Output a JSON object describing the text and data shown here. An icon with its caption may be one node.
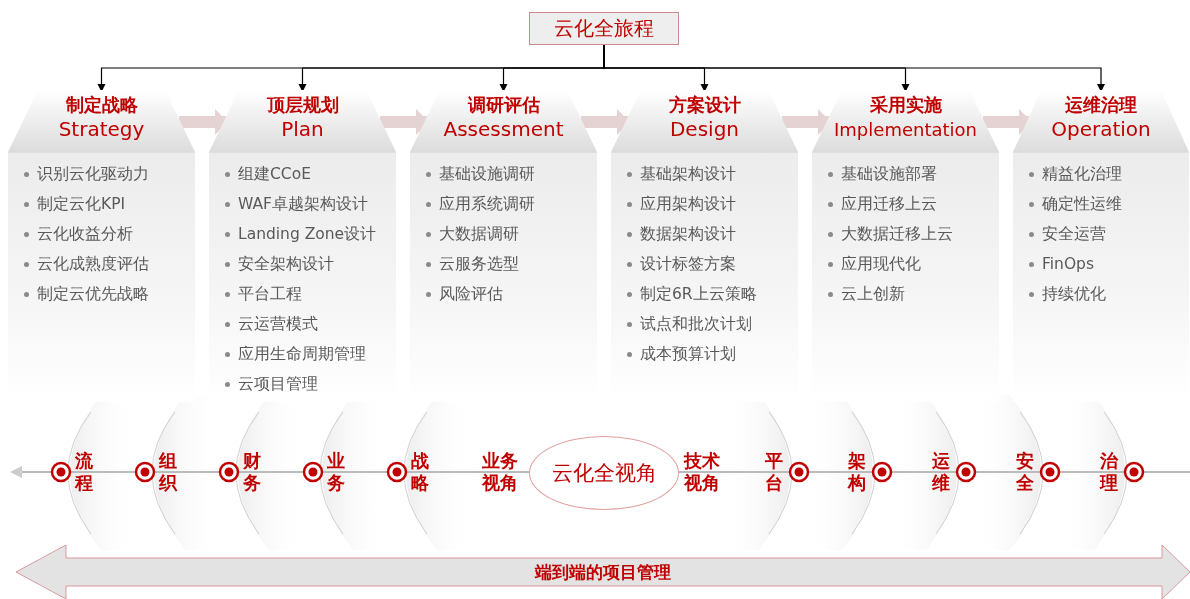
{
  "diagram": {
    "nodes": [
      {
        "text": [
          "云化全旅程"
        ]
      },
      {
        "text": [
          "制定战略",
          "Strategy"
        ]
      },
      {
        "text": [
          "顶层规划",
          "Plan"
        ]
      },
      {
        "text": [
          "调研评估",
          "Assessment"
        ]
      },
      {
        "text": [
          "方案设计",
          "Design"
        ]
      },
      {
        "text": [
          "采用实施",
          "Implementation"
        ]
      },
      {
        "text": [
          "运维治理",
          "Operation"
        ]
      },
      {
        "text": [
          "识别云化驱动力",
          "制定云化KPI",
          "云化收益分析",
          "云化成熟度评估",
          "制定云优先战略"
        ]
      },
      {
        "text": [
          "组建CCoE",
          "WAF卓越架构设计",
          "Landing Zone设计",
          "安全架构设计",
          "平台工程",
          "云运营模式",
          "应用生命周期管理",
          "云项目管理"
        ]
      },
      {
        "text": [
          "基础设施调研",
          "应用系统调研",
          "大数据调研",
          "云服务选型",
          "风险评估"
        ]
      },
      {
        "text": [
          "基础架构设计",
          "应用架构设计",
          "数据架构设计",
          "设计标签方案",
          "制定6R上云策略",
          "试点和批次计划",
          "成本预算计划"
        ]
      },
      {
        "text": [
          "基础设施部署",
          "应用迁移上云",
          "大数据迁移上云",
          "应用现代化",
          "云上创新"
        ]
      },
      {
        "text": [
          "精益化治理",
          "确定性运维",
          "安全运营",
          "FinOps",
          "持续优化"
        ]
      },
      {
        "text": [
          "云化全视角"
        ]
      },
      {
        "text": [
          "端到端的项目管理"
        ]
      }
    ],
    "edges": [
      {
        "from": 0,
        "to": 1,
        "arrow": "to"
      },
      {
        "from": 0,
        "to": 2,
        "arrow": "to"
      },
      {
        "from": 0,
        "to": 3,
        "arrow": "to"
      },
      {
        "from": 0,
        "to": 4,
        "arrow": "to"
      },
      {
        "from": 0,
        "to": 5,
        "arrow": "to"
      },
      {
        "from": 0,
        "to": 6,
        "arrow": "to"
      },
      {
        "from": 1,
        "to": 2,
        "arrow": "to",
        "style": "thick",
        "color": "#e5d3d3"
      },
      {
        "from": 2,
        "to": 3,
        "arrow": "to",
        "style": "thick",
        "color": "#e5d3d3"
      },
      {
        "from": 3,
        "to": 4,
        "arrow": "to",
        "style": "thick",
        "color": "#e5d3d3"
      },
      {
        "from": 4,
        "to": 5,
        "arrow": "to",
        "style": "thick",
        "color": "#e5d3d3"
      },
      {
        "from": 5,
        "to": 6,
        "arrow": "to",
        "style": "thick",
        "color": "#e5d3d3"
      }
    ],
    "labels": [
      "流程",
      "组织",
      "财务",
      "业务",
      "战略",
      "业务视角",
      "技术视角",
      "平台",
      "架构",
      "运维",
      "安全",
      "治理"
    ]
  }
}
